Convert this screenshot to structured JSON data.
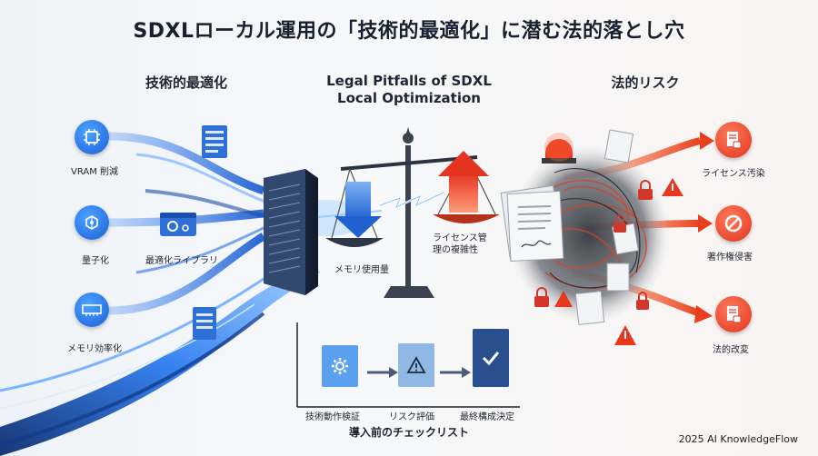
{
  "title": "SDXLローカル運用の「技術的最適化」に潜む法的落とし穴",
  "left": {
    "heading": "技術的最適化",
    "items": [
      {
        "label": "VRAM 削減",
        "icon": "chip-icon"
      },
      {
        "label": "量子化",
        "icon": "cube-network-icon"
      },
      {
        "label": "メモリ効率化",
        "icon": "memory-module-icon"
      }
    ],
    "library_label": "最適化ライブラリ"
  },
  "center": {
    "heading_line1": "Legal Pitfalls of SDXL",
    "heading_line2": "Local Optimization",
    "scale_left_label": "メモリ使用量",
    "scale_right_label_line1": "ライセンス管",
    "scale_right_label_line2": "理の複雑性"
  },
  "right": {
    "heading": "法的リスク",
    "items": [
      {
        "label": "ライセンス汚染",
        "icon": "document-lock-icon"
      },
      {
        "label": "著作権侵害",
        "icon": "prohibited-icon"
      },
      {
        "label": "法的改変",
        "icon": "document-lock-icon"
      }
    ]
  },
  "checklist": {
    "title": "導入前のチェックリスト",
    "steps": [
      {
        "label": "技術動作検証",
        "icon": "gear-icon"
      },
      {
        "label": "リスク評価",
        "icon": "warning-icon"
      },
      {
        "label": "最終構成決定",
        "icon": "check-icon"
      }
    ]
  },
  "footer": {
    "credit": "2025 AI KnowledgeFlow"
  },
  "colors": {
    "tech_blue": "#1a5fd6",
    "risk_red": "#e0341d",
    "step1": "#5aa0ef",
    "step2": "#8fb8e4",
    "step3": "#2a4f8f"
  }
}
